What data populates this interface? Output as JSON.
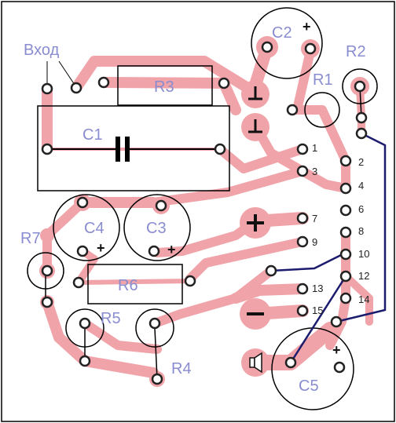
{
  "labels": {
    "input": "Вход",
    "c1": "C1",
    "c2": "C2",
    "c3": "C3",
    "c4": "C4",
    "c5": "C5",
    "r1": "R1",
    "r2": "R2",
    "r3": "R3",
    "r4": "R4",
    "r5": "R5",
    "r6": "R6",
    "r7": "R7"
  },
  "chip_pins": [
    "1",
    "2",
    "3",
    "4",
    "6",
    "7",
    "8",
    "9",
    "10",
    "12",
    "13",
    "14",
    "15"
  ],
  "polarity": {
    "plus": "+"
  },
  "colors": {
    "trace": "#f0a3a8",
    "pad_ring": "#ffffff",
    "pad_hole": "#222222",
    "label": "#8a8cd0",
    "jumper": "#1c1c6e",
    "outline": "#000000",
    "background": "#ffffff"
  },
  "icons": [
    "ground-symbol",
    "plus-supply-symbol",
    "minus-supply-symbol",
    "speaker-symbol"
  ]
}
